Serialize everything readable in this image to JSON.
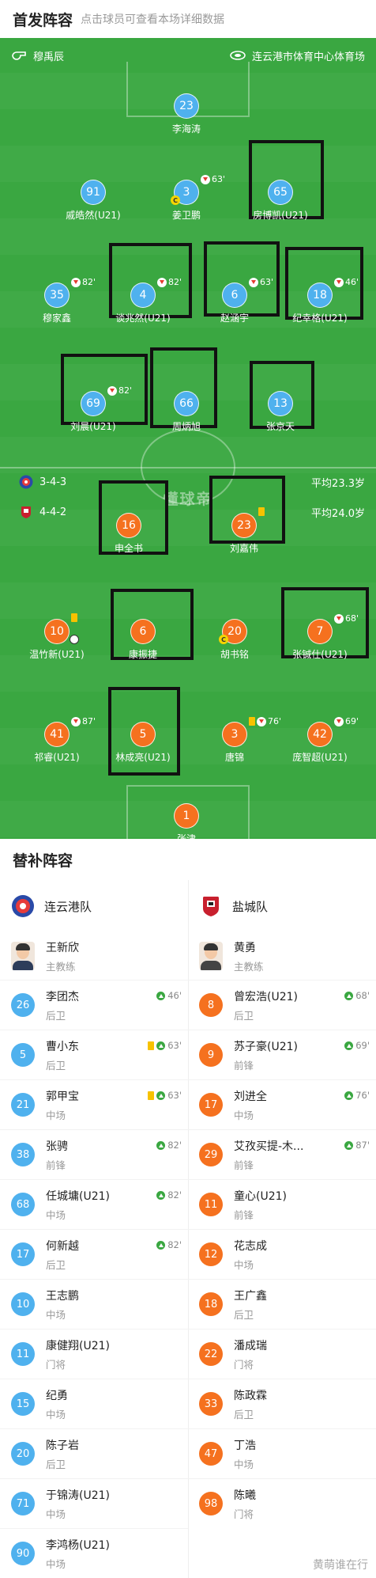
{
  "header": {
    "title": "首发阵容",
    "subtitle": "点击球员可查看本场详细数据"
  },
  "pitch": {
    "referee": "穆禹辰",
    "venue": "连云港市体育中心体育场",
    "watermark": "懂球帝",
    "home_formation": "3-4-3",
    "home_avg_age": "平均23.3岁",
    "away_formation": "4-4-2",
    "away_avg_age": "平均24.0岁",
    "home_players": [
      {
        "number": "23",
        "name": "李海涛"
      },
      {
        "number": "91",
        "name": "戚皓然(U21)"
      },
      {
        "number": "3",
        "name": "姜卫鹏",
        "captain": true,
        "sub_out": "63'"
      },
      {
        "number": "65",
        "name": "房博凯(U21)"
      },
      {
        "number": "35",
        "name": "穆家鑫",
        "sub_out": "82'"
      },
      {
        "number": "4",
        "name": "谈兆然(U21)",
        "sub_out": "82'"
      },
      {
        "number": "6",
        "name": "赵涵宇",
        "sub_out": "63'"
      },
      {
        "number": "18",
        "name": "纪幸格(U21)",
        "sub_out": "46'"
      },
      {
        "number": "69",
        "name": "刘晨(U21)",
        "sub_out": "82'"
      },
      {
        "number": "66",
        "name": "周炳旭"
      },
      {
        "number": "13",
        "name": "张京天"
      }
    ],
    "away_players": [
      {
        "number": "16",
        "name": "申全书"
      },
      {
        "number": "23",
        "name": "刘嘉伟",
        "yellow": true
      },
      {
        "number": "10",
        "name": "温竹新(U21)",
        "yellow": true,
        "goal": true
      },
      {
        "number": "6",
        "name": "康振捷"
      },
      {
        "number": "20",
        "name": "胡书铭",
        "captain": true
      },
      {
        "number": "7",
        "name": "张铖仕(U21)",
        "sub_out": "68'"
      },
      {
        "number": "41",
        "name": "祁睿(U21)",
        "sub_out": "87'"
      },
      {
        "number": "5",
        "name": "林成亮(U21)"
      },
      {
        "number": "3",
        "name": "唐锦",
        "yellow": true,
        "sub_out": "76'"
      },
      {
        "number": "42",
        "name": "庞智超(U21)",
        "sub_out": "69'"
      },
      {
        "number": "1",
        "name": "张津"
      }
    ]
  },
  "subs": {
    "title": "替补阵容",
    "home": {
      "team": "连云港队",
      "coach_name": "王新欣",
      "coach_role": "主教练",
      "players": [
        {
          "number": "26",
          "name": "李团杰",
          "pos": "后卫",
          "sub_in": "46'"
        },
        {
          "number": "5",
          "name": "曹小东",
          "pos": "后卫",
          "sub_in": "63'",
          "yellow": true
        },
        {
          "number": "21",
          "name": "郭甲宝",
          "pos": "中场",
          "sub_in": "63'",
          "yellow": true
        },
        {
          "number": "38",
          "name": "张骋",
          "pos": "前锋",
          "sub_in": "82'"
        },
        {
          "number": "68",
          "name": "任城墉(U21)",
          "pos": "中场",
          "sub_in": "82'"
        },
        {
          "number": "17",
          "name": "何新越",
          "pos": "后卫",
          "sub_in": "82'"
        },
        {
          "number": "10",
          "name": "王志鹏",
          "pos": "中场"
        },
        {
          "number": "11",
          "name": "康健翔(U21)",
          "pos": "门将"
        },
        {
          "number": "15",
          "name": "纪勇",
          "pos": "中场"
        },
        {
          "number": "20",
          "name": "陈子岩",
          "pos": "后卫"
        },
        {
          "number": "71",
          "name": "于锦涛(U21)",
          "pos": "中场"
        },
        {
          "number": "90",
          "name": "李鸿杨(U21)",
          "pos": "中场"
        }
      ]
    },
    "away": {
      "team": "盐城队",
      "coach_name": "黄勇",
      "coach_role": "主教练",
      "players": [
        {
          "number": "8",
          "name": "曾宏浩(U21)",
          "pos": "后卫",
          "sub_in": "68'"
        },
        {
          "number": "9",
          "name": "苏子豪(U21)",
          "pos": "前锋",
          "sub_in": "69'"
        },
        {
          "number": "17",
          "name": "刘进全",
          "pos": "中场",
          "sub_in": "76'"
        },
        {
          "number": "29",
          "name": "艾孜买提-木...",
          "pos": "前锋",
          "sub_in": "87'"
        },
        {
          "number": "11",
          "name": "童心(U21)",
          "pos": "前锋"
        },
        {
          "number": "12",
          "name": "花志成",
          "pos": "中场"
        },
        {
          "number": "18",
          "name": "王广鑫",
          "pos": "后卫"
        },
        {
          "number": "22",
          "name": "潘成瑞",
          "pos": "门将"
        },
        {
          "number": "33",
          "name": "陈政霖",
          "pos": "后卫"
        },
        {
          "number": "47",
          "name": "丁浩",
          "pos": "中场"
        },
        {
          "number": "98",
          "name": "陈曦",
          "pos": "门将"
        }
      ]
    }
  },
  "footer_watermark": "黄萌谁在行",
  "colors": {
    "pitch": "#3aa741",
    "home": "#4fb1ee",
    "away": "#f5711f",
    "highlight_box": "#111111"
  }
}
